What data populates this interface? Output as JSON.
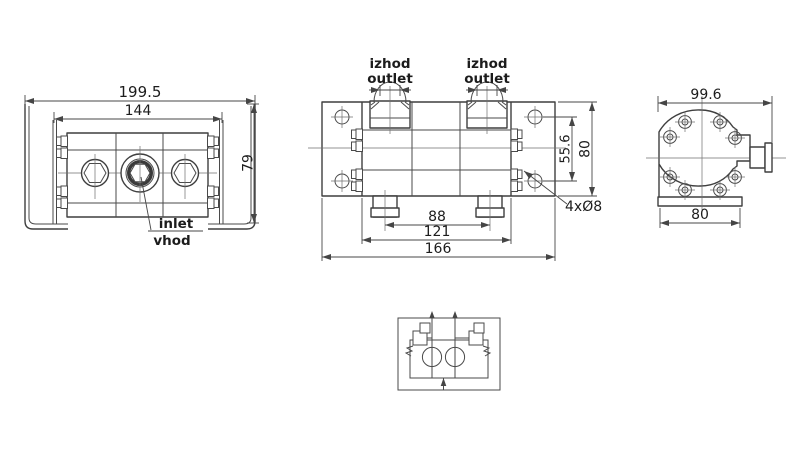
{
  "front_view": {
    "dim_total_width": "199.5",
    "dim_mount_width": "144",
    "dim_height": "79",
    "inlet": {
      "en": "inlet",
      "sl": "vhod"
    }
  },
  "top_view": {
    "outlet_left": {
      "sl": "izhod",
      "en": "outlet"
    },
    "outlet_right": {
      "sl": "izhod",
      "en": "outlet"
    },
    "dim_port_spacing": "88",
    "dim_body_length": "121",
    "dim_plate_length": "166",
    "dim_hole_spacing": "55.6",
    "dim_plate_width": "80",
    "hole_callout": "4xØ8"
  },
  "side_view": {
    "dim_overall_length": "99.6",
    "dim_base_width": "80"
  },
  "colors": {
    "line": "#3f3f3f",
    "thin_line": "#6f6f6f",
    "dimension": "#474747",
    "text": "#1c1c1c",
    "background": "#ffffff"
  }
}
